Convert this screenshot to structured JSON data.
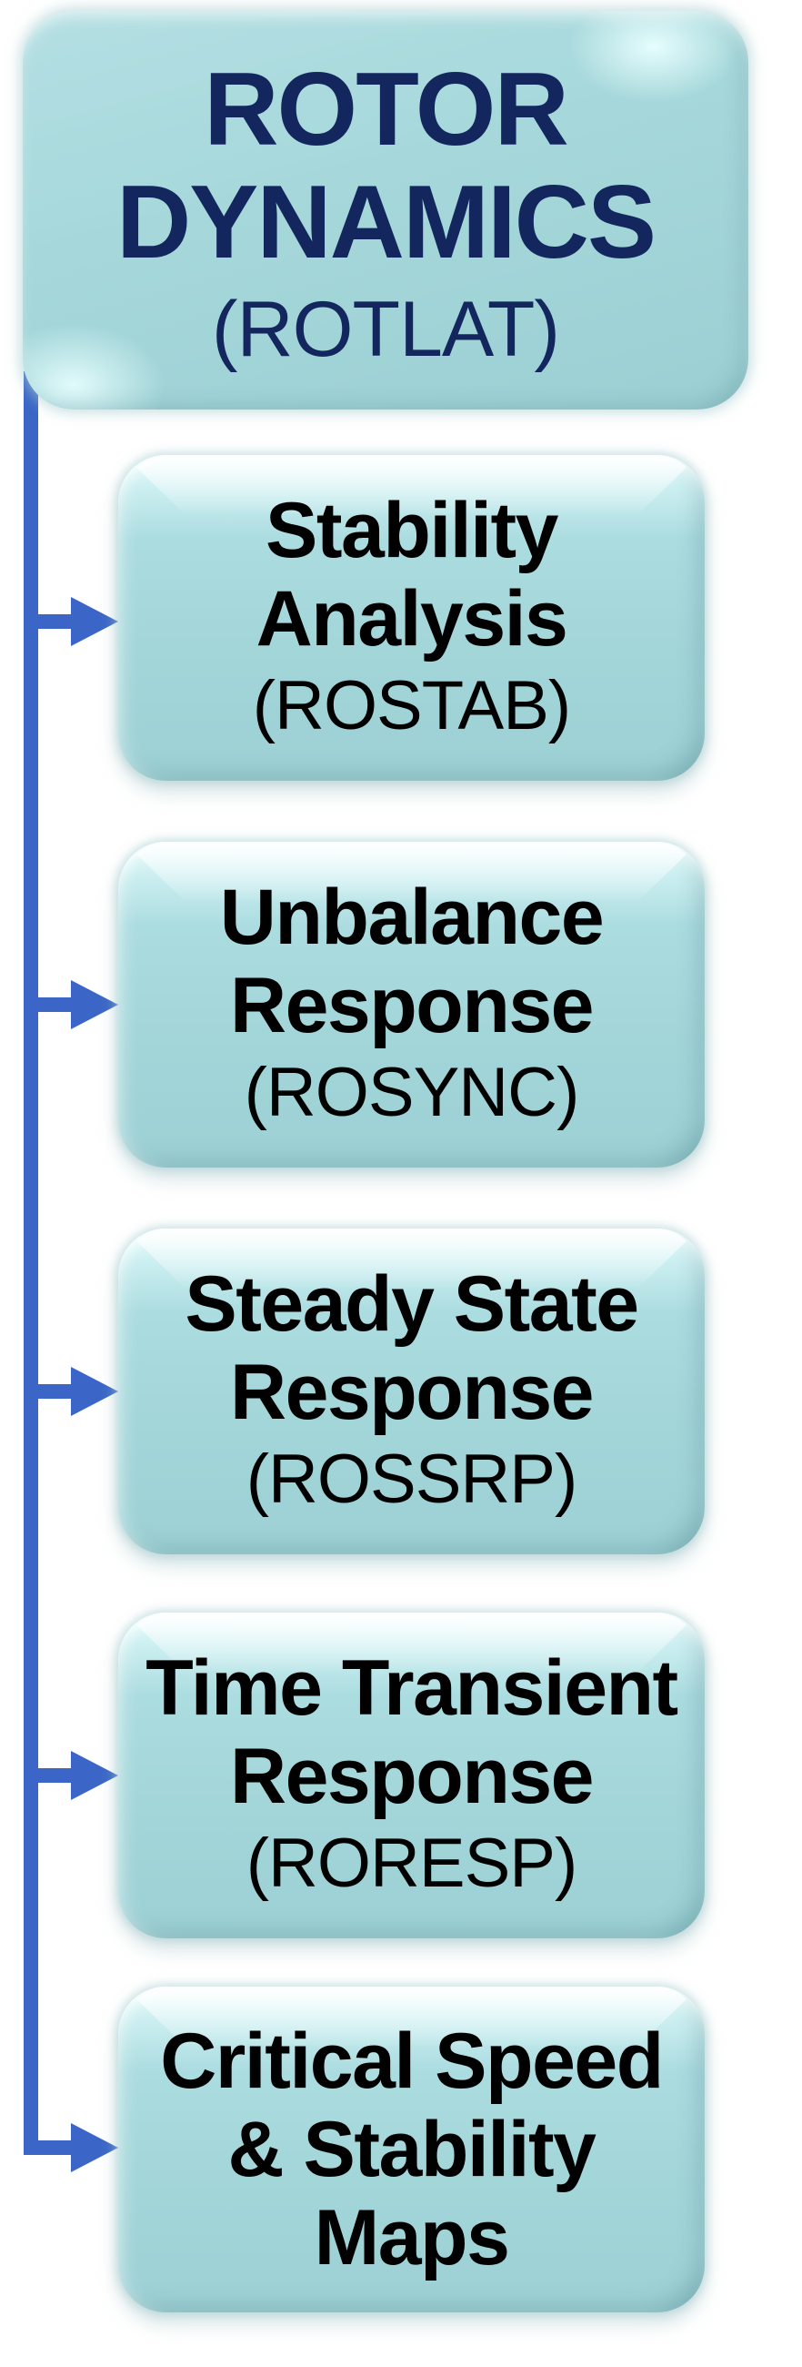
{
  "page": {
    "background": "#ffffff"
  },
  "colors": {
    "box_fill": "#a3d6d9",
    "box_sheen": "#e8fcfd",
    "root_text": "#13265e",
    "child_text": "#000000",
    "connector": "#3b66c7"
  },
  "diagram": {
    "root": {
      "lines": [
        "ROTOR",
        "DYNAMICS"
      ],
      "code": "(ROTLAT)"
    },
    "children": [
      {
        "lines": [
          "Stability",
          "Analysis"
        ],
        "code": "(ROSTAB)"
      },
      {
        "lines": [
          "Unbalance",
          "Response"
        ],
        "code": "(ROSYNC)"
      },
      {
        "lines": [
          "Steady State",
          "Response"
        ],
        "code": "(ROSSRP)"
      },
      {
        "lines": [
          "Time Transient",
          "Response"
        ],
        "code": "(RORESP)"
      },
      {
        "lines": [
          "Critical Speed",
          "& Stability",
          "Maps"
        ]
      }
    ]
  }
}
